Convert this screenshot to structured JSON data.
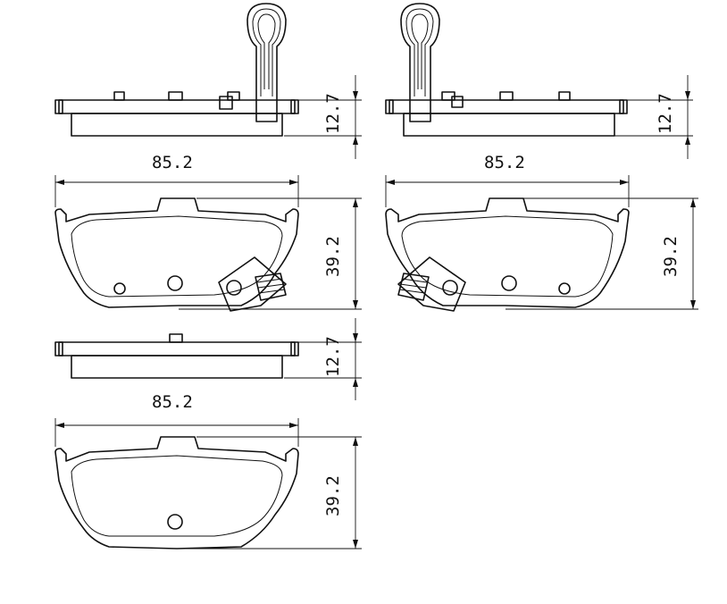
{
  "dimensions": {
    "pad_top_left": {
      "width": "85.2",
      "height": "39.2",
      "thickness": "12.7"
    },
    "pad_top_right": {
      "width": "85.2",
      "height": "39.2",
      "thickness": "12.7"
    },
    "pad_bottom_left": {
      "width": "85.2",
      "height": "39.2",
      "thickness": "12.7"
    }
  }
}
